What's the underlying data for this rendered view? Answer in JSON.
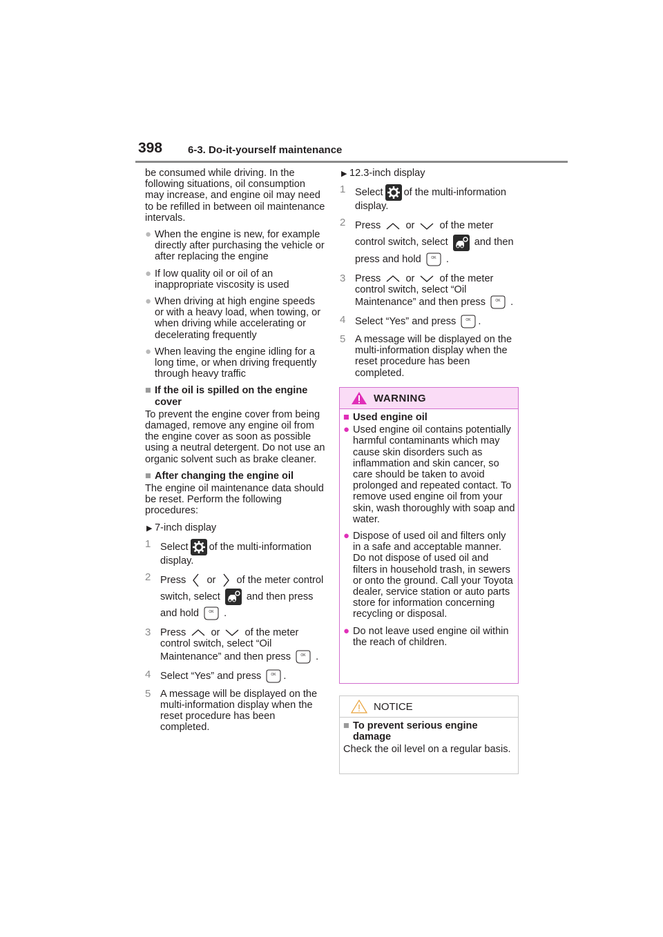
{
  "header": {
    "page_number": "398",
    "section_title": "6-3. Do-it-yourself maintenance"
  },
  "left": {
    "intro": "be consumed while driving. In the following situations, oil consumption may increase, and engine oil may need to be refilled in between oil maintenance intervals.",
    "bullets": [
      "When the engine is new, for example directly after purchasing the vehicle or after replacing the engine",
      "If low quality oil or oil of an inappropriate viscosity is used",
      "When driving at high engine speeds or with a heavy load, when towing, or when driving while accelerating or decelerating frequently",
      "When leaving the engine idling for a long time, or when driving frequently through heavy traffic"
    ],
    "spilled_heading": "If the oil is spilled on the engine cover",
    "spilled_text": "To prevent the engine cover from being damaged, remove any engine oil from the engine cover as soon as possible using a neutral detergent. Do not use an organic solvent such as brake cleaner.",
    "after_heading": "After changing the engine oil",
    "after_text": "The engine oil maintenance data should be reset. Perform the following procedures:",
    "display_label": "7-inch display",
    "steps": {
      "s1_num": "1",
      "s1_a": "Select",
      "s1_b": "of the multi-information display.",
      "s2_num": "2",
      "s2_a": "Press",
      "s2_or": "or",
      "s2_b": "of the meter control switch, select",
      "s2_and": "and",
      "s2_c": "then press and hold",
      "s2_end": ".",
      "s3_num": "3",
      "s3_a": "Press",
      "s3_or": "or",
      "s3_b": "of the meter control switch, select “Oil Maintenance” and then press",
      "s3_end": ".",
      "s4_num": "4",
      "s4_a": "Select “Yes” and press",
      "s4_end": ".",
      "s5_num": "5",
      "s5_a": "A message will be displayed on the multi-information display when the reset procedure has been completed."
    }
  },
  "right": {
    "display_label": "12.3-inch display",
    "steps": {
      "s1_num": "1",
      "s1_a": "Select",
      "s1_b": "of the multi-information display.",
      "s2_num": "2",
      "s2_a": "Press",
      "s2_or": "or",
      "s2_b": "of the meter control switch, select",
      "s2_and": "and",
      "s2_c": "then press and hold",
      "s2_end": ".",
      "s3_num": "3",
      "s3_a": "Press",
      "s3_or": "or",
      "s3_b": "of the meter control switch, select “Oil Maintenance” and then press",
      "s3_end": ".",
      "s4_num": "4",
      "s4_a": "Select “Yes” and press",
      "s4_end": ".",
      "s5_num": "5",
      "s5_a": "A message will be displayed on the multi-information display when the reset procedure has been completed."
    }
  },
  "warning": {
    "title": "WARNING",
    "heading": "Used engine oil",
    "bullets": [
      "Used engine oil contains potentially harmful contaminants which may cause skin disorders such as inflammation and skin cancer, so care should be taken to avoid prolonged and repeated contact. To remove used engine oil from your skin, wash thoroughly with soap and water.",
      "Dispose of used oil and filters only in a safe and acceptable manner. Do not dispose of used oil and filters in household trash, in sewers or onto the ground. Call your Toyota dealer, service station or auto parts store for information concerning recycling or disposal.",
      "Do not leave used engine oil within the reach of children."
    ]
  },
  "notice": {
    "title": "NOTICE",
    "heading": "To prevent serious engine damage",
    "text": "Check the oil level on a regular basis."
  },
  "symbols": {
    "bullet": "●",
    "square": "■",
    "triangle": "▶"
  },
  "colors": {
    "warning_accent": "#e02fb8",
    "warning_bg": "#fadcf6",
    "rule": "#8a8a8a"
  }
}
